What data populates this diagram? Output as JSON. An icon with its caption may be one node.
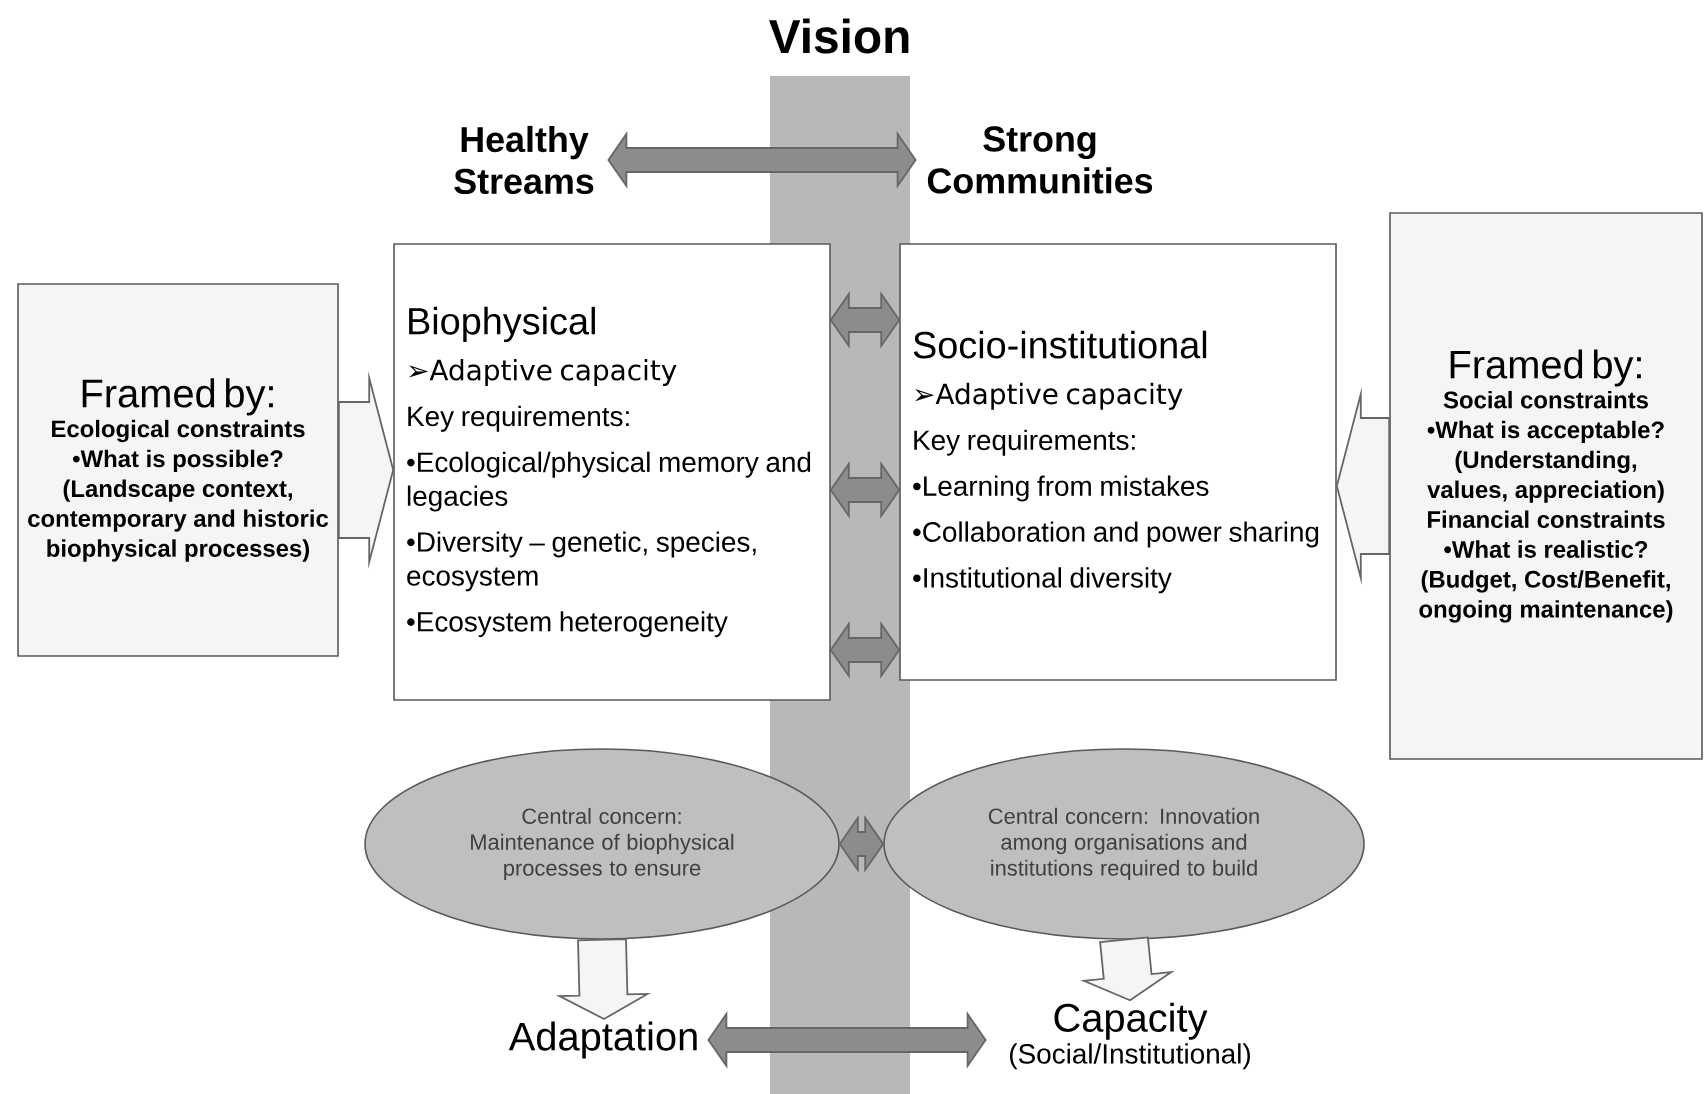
{
  "diagram": {
    "title": "Vision",
    "nodes": [
      {
        "text": [
          "Healthy Streams"
        ]
      },
      {
        "text": [
          "Strong Communities"
        ]
      },
      {
        "text": [
          "Framed by:",
          "Ecological constraints",
          "•What is possible? (Landscape context, contemporary and historic biophysical processes)"
        ]
      },
      {
        "text": [
          "Biophysical",
          "➢Adaptive capacity",
          "Key requirements:",
          "•Ecological/physical memory and legacies",
          "•Diversity – genetic, species, ecosystem",
          "•Ecosystem heterogeneity"
        ]
      },
      {
        "text": [
          "Socio-institutional",
          "➢Adaptive capacity",
          "Key requirements:",
          "•Learning from mistakes",
          "•Collaboration and power sharing",
          "•Institutional diversity"
        ]
      },
      {
        "text": [
          "Framed by:",
          "Social constraints",
          "•What is acceptable? (Understanding, values, appreciation)",
          "Financial constraints",
          "•What is realistic? (Budget, Cost/Benefit, ongoing maintenance)"
        ]
      },
      {
        "text": [
          "Central concern: Maintenance of biophysical processes to ensure"
        ]
      },
      {
        "text": [
          "Central concern: Innovation among organisations and institutions required to build"
        ]
      },
      {
        "text": [
          "Adaptation"
        ]
      },
      {
        "text": [
          "Capacity",
          "(Social/Institutional)"
        ]
      }
    ],
    "edges": [
      {
        "from": 0,
        "to": 1,
        "arrow": "both"
      },
      {
        "from": 2,
        "to": 3,
        "arrow": "to"
      },
      {
        "from": 3,
        "to": 4,
        "arrow": "both"
      },
      {
        "from": 3,
        "to": 4,
        "arrow": "both"
      },
      {
        "from": 3,
        "to": 4,
        "arrow": "both"
      },
      {
        "from": 5,
        "to": 4,
        "arrow": "to"
      },
      {
        "from": 6,
        "to": 7,
        "arrow": "both"
      },
      {
        "from": 6,
        "to": 8,
        "arrow": "to"
      },
      {
        "from": 7,
        "to": 9,
        "arrow": "to"
      },
      {
        "from": 8,
        "to": 9,
        "arrow": "both"
      }
    ]
  }
}
